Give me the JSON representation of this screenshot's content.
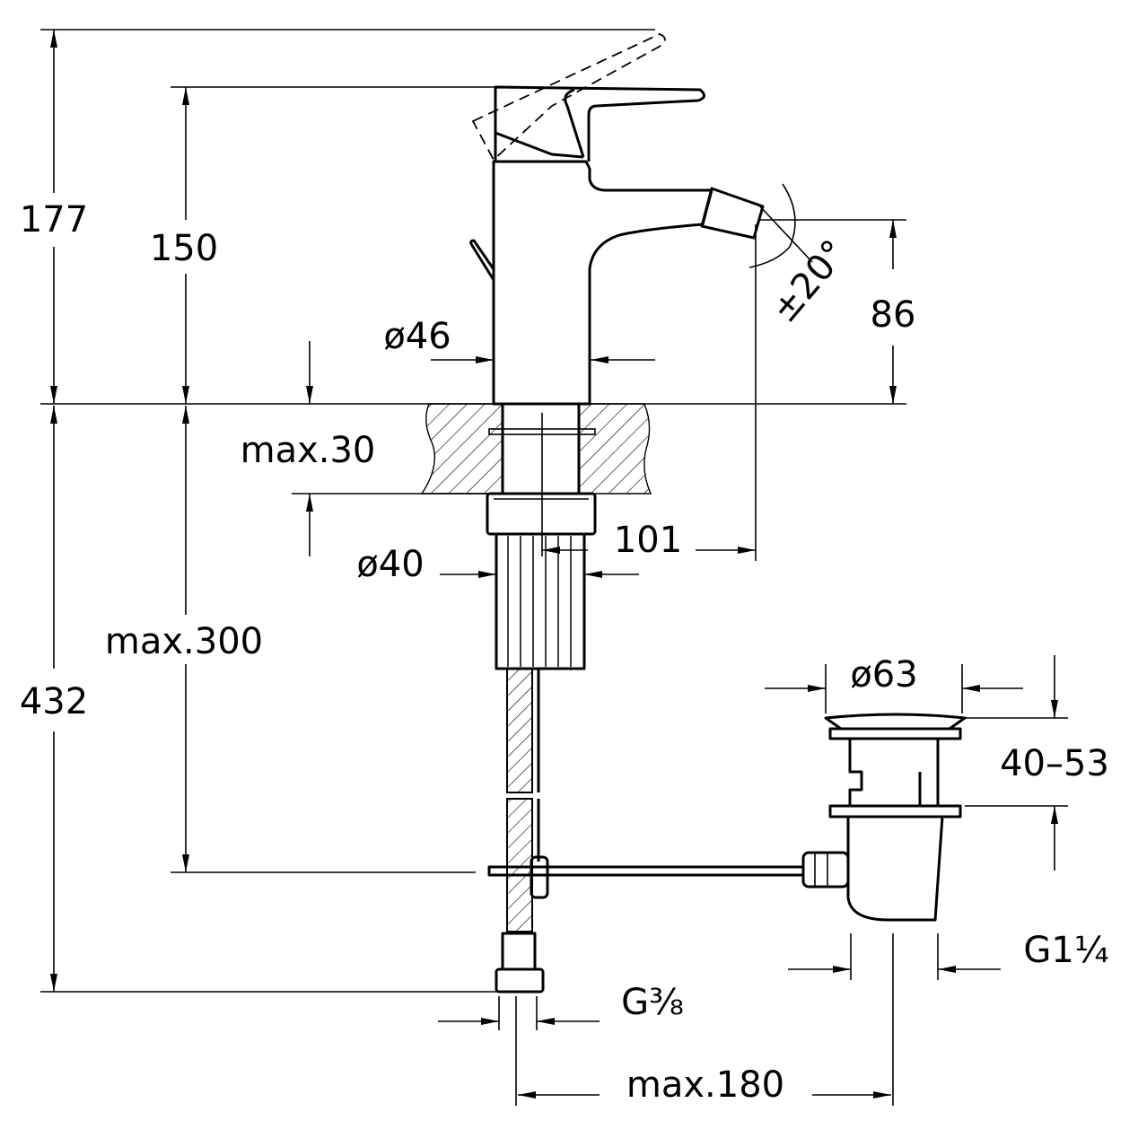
{
  "title": "Bidet mixer technical drawing",
  "dimensions": {
    "total_height": "177",
    "body_height": "150",
    "body_diameter": "ø46",
    "max_counter_thickness": "max.30",
    "shank_diameter": "ø40",
    "spout_reach": "101",
    "spout_angle": "±20°",
    "spout_height": "86",
    "max_hose_length": "max.300",
    "total_below": "432",
    "waste_cap_diameter": "ø63",
    "waste_range": "40–53",
    "waste_thread": "G1¼",
    "hose_thread": "G⅜",
    "max_waste_offset": "max.180"
  },
  "colors": {
    "line": "#000000",
    "background": "#ffffff"
  }
}
